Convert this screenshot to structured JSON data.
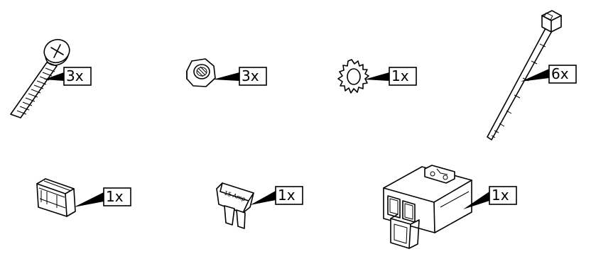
{
  "parts": [
    {
      "id": "screw",
      "quantity": "3x"
    },
    {
      "id": "nut",
      "quantity": "3x"
    },
    {
      "id": "lock-washer",
      "quantity": "1x"
    },
    {
      "id": "cable-tie",
      "quantity": "6x"
    },
    {
      "id": "fuse-holder-cover",
      "quantity": "1x"
    },
    {
      "id": "fuse",
      "quantity": "1x",
      "fuse_label": "15 Amp"
    },
    {
      "id": "connector-housing",
      "quantity": "1x"
    }
  ],
  "colors": {
    "line": "#000000",
    "background": "#ffffff"
  }
}
